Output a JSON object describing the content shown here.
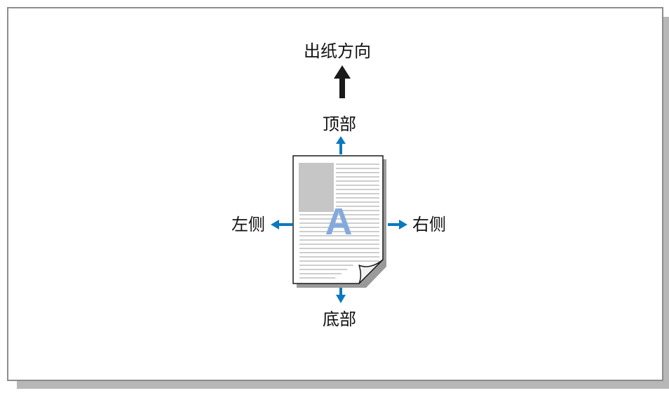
{
  "diagram": {
    "output_direction_label": "出纸方向",
    "top_label": "顶部",
    "bottom_label": "底部",
    "left_label": "左侧",
    "right_label": "右侧",
    "page_letter": "A"
  },
  "colors": {
    "arrow_blue": "#0a79c0",
    "big_arrow": "#1a1a1a",
    "letter": "#84aadd",
    "image_block": "#c6c6c6",
    "text_lines": "#b0b0b0",
    "frame_border": "#8d8d8d",
    "frame_shadow": "#b7b7b7"
  }
}
